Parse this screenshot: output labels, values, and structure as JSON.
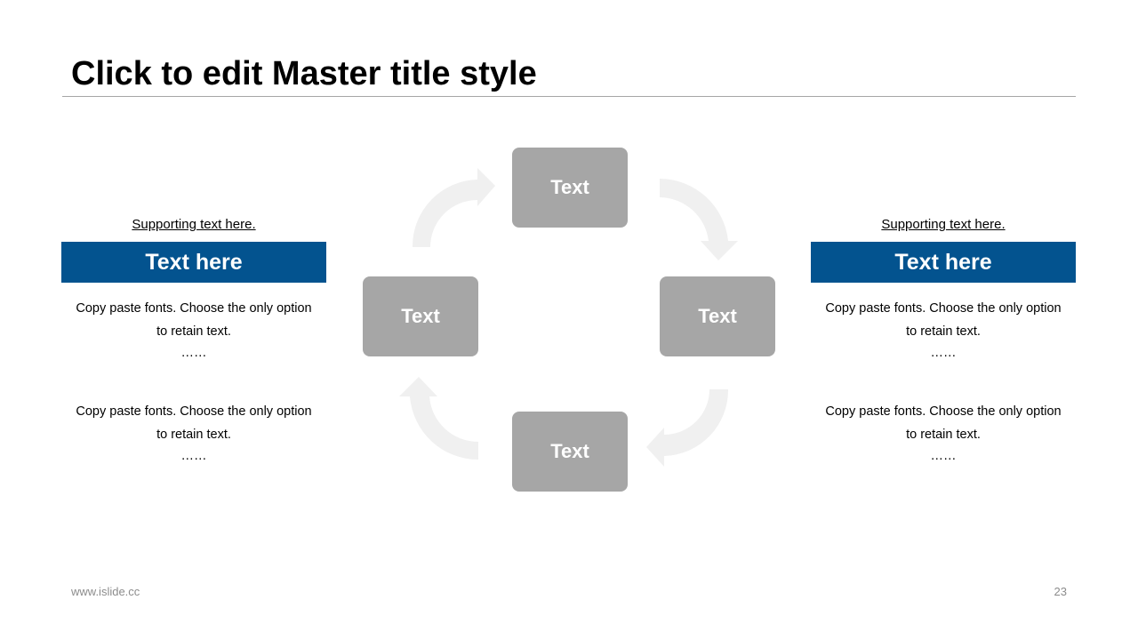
{
  "slide": {
    "title": "Click to edit Master title style",
    "footer_url": "www.islide.cc",
    "page_number": "23"
  },
  "colors": {
    "banner": "#03538f",
    "node": "#a6a6a6",
    "arrow": "#f0f0f0"
  },
  "left_panel": {
    "supporting_text": "Supporting text here.",
    "banner_text": "Text here",
    "paragraphs": [
      {
        "text": "Copy paste fonts. Choose the only option to retain text.",
        "ellipsis": "……"
      },
      {
        "text": "Copy paste fonts. Choose the only option to retain text.",
        "ellipsis": "……"
      }
    ]
  },
  "right_panel": {
    "supporting_text": "Supporting text here.",
    "banner_text": "Text here",
    "paragraphs": [
      {
        "text": "Copy paste fonts. Choose the only option to retain text.",
        "ellipsis": "……"
      },
      {
        "text": "Copy paste fonts. Choose the only option to retain text.",
        "ellipsis": "……"
      }
    ]
  },
  "cycle": {
    "nodes": [
      {
        "label": "Text"
      },
      {
        "label": "Text"
      },
      {
        "label": "Text"
      },
      {
        "label": "Text"
      }
    ],
    "arrows": [
      "arrow-icon",
      "arrow-icon",
      "arrow-icon",
      "arrow-icon"
    ]
  }
}
